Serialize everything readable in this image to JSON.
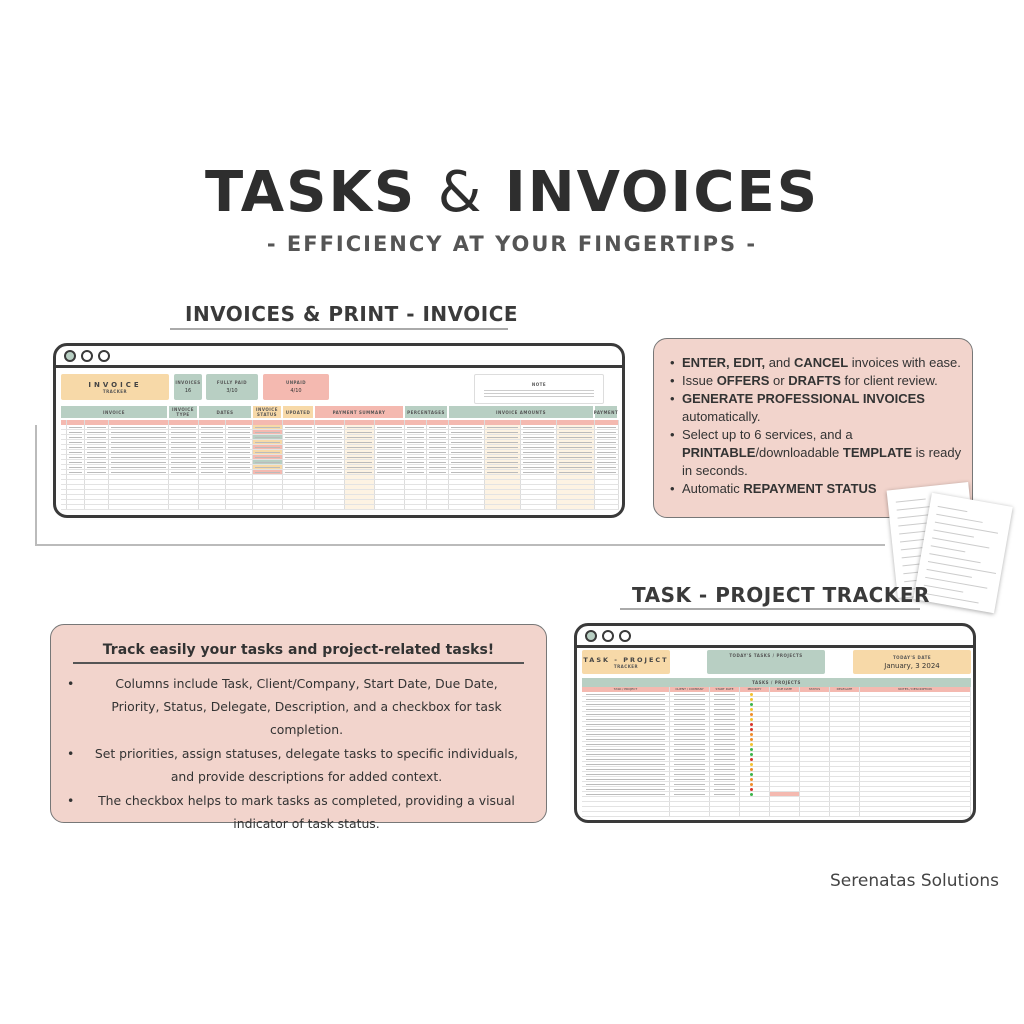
{
  "header": {
    "title_a": "TASKS",
    "title_amp": "&",
    "title_b": "INVOICES",
    "subtitle": "- EFFICIENCY AT YOUR FINGERTIPS -"
  },
  "invoice_section": {
    "heading": "INVOICES & PRINT - INVOICE",
    "sheet": {
      "logo_title": "INVOICE",
      "logo_sub": "TRACKER",
      "kpis": [
        {
          "label": "INVOICES",
          "value": "16",
          "color": "#b8cfc3"
        },
        {
          "label": "FULLY PAID",
          "value": "3/10",
          "color": "#b8cfc3"
        },
        {
          "label": "UNPAID",
          "value": "4/10",
          "color": "#f4b9b0"
        }
      ],
      "note_label": "NOTE",
      "groups": [
        {
          "label": "INVOICE",
          "color": "#b8cfc3"
        },
        {
          "label": "INVOICE TYPE",
          "color": "#b8cfc3"
        },
        {
          "label": "DATES",
          "color": "#b8cfc3"
        },
        {
          "label": "INVOICE STATUS",
          "color": "#f7d9a8"
        },
        {
          "label": "UPDATED",
          "color": "#f7d9a8"
        },
        {
          "label": "PAYMENT SUMMARY",
          "color": "#f4b9b0"
        },
        {
          "label": "PERCENTAGES",
          "color": "#b8cfc3"
        },
        {
          "label": "INVOICE AMOUNTS",
          "color": "#b8cfc3"
        },
        {
          "label": "PAYMENT",
          "color": "#b8cfc3"
        }
      ],
      "status_colors": {
        "partially": "#f7d9a8",
        "unpaid": "#f4b9b0",
        "paid": "#b8cfc3"
      }
    },
    "features": [
      {
        "parts": [
          [
            "ENTER, EDIT,",
            true
          ],
          [
            " and ",
            false
          ],
          [
            "CANCEL",
            true
          ],
          [
            " invoices with ease.",
            false
          ]
        ]
      },
      {
        "parts": [
          [
            "Issue ",
            false
          ],
          [
            "OFFERS",
            true
          ],
          [
            " or ",
            false
          ],
          [
            "DRAFTS",
            true
          ],
          [
            " for client review.",
            false
          ]
        ]
      },
      {
        "parts": [
          [
            "GENERATE PROFESSIONAL INVOICES",
            true
          ],
          [
            " automatically.",
            false
          ]
        ]
      },
      {
        "parts": [
          [
            "Select up to 6 services, and a ",
            false
          ],
          [
            "PRINTABLE",
            true
          ],
          [
            "/downloadable ",
            false
          ],
          [
            "TEMPLATE",
            true
          ],
          [
            " is ready in seconds.",
            false
          ]
        ]
      },
      {
        "parts": [
          [
            "Automatic ",
            false
          ],
          [
            "REPAYMENT STATUS",
            true
          ]
        ]
      }
    ]
  },
  "task_section": {
    "heading": "TASK - PROJECT TRACKER",
    "sheet": {
      "logo_title": "TASK - PROJECT",
      "logo_sub": "TRACKER",
      "today_tasks_label": "TODAY'S TASKS / PROJECTS",
      "today_date_label": "TODAY'S DATE",
      "today_date": "January, 3 2024",
      "table_title": "TASKS / PROJECTS",
      "columns": [
        "TASK / PROJECT",
        "CLIENT / COMPANY",
        "START DATE",
        "PRIORITY",
        "DUE DATE",
        "STATUS",
        "DELEGATE",
        "NOTES / DESCRIPTION"
      ]
    },
    "box_heading": "Track easily your tasks and project-related tasks!",
    "bullets": [
      "Columns include Task, Client/Company, Start Date, Due Date, Priority, Status, Delegate, Description, and a checkbox for task completion.",
      "Set priorities, assign statuses, delegate tasks to specific individuals, and provide descriptions for added context.",
      "The checkbox helps to mark tasks as completed, providing a visual indicator of task status."
    ]
  },
  "brand": "Serenatas Solutions"
}
